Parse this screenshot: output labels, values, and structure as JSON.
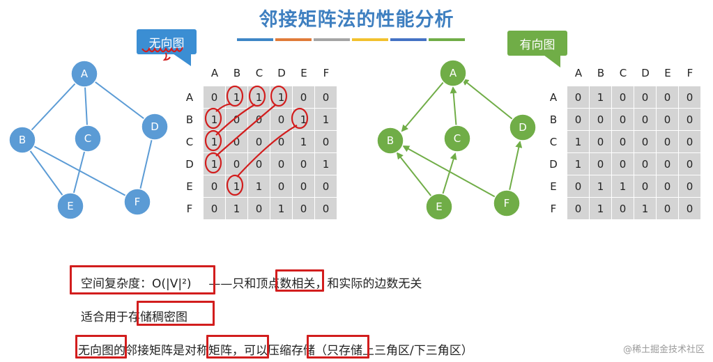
{
  "title": "邻接矩阵法的性能分析",
  "corner_mark": "",
  "color_bars": [
    "#3e86c6",
    "#e07b39",
    "#a5a5a5",
    "#f2c12e",
    "#4472c4",
    "#70ad47"
  ],
  "undirected": {
    "callout": "无向图",
    "callout_color": "#3b8ed3",
    "node_color": "#5b9bd5",
    "nodes": [
      "A",
      "B",
      "C",
      "D",
      "E",
      "F"
    ],
    "column_headers": [
      "A",
      "B",
      "C",
      "D",
      "E",
      "F"
    ],
    "row_headers": [
      "A",
      "B",
      "C",
      "D",
      "E",
      "F"
    ],
    "matrix": [
      [
        "0",
        "1",
        "1",
        "1",
        "0",
        "0"
      ],
      [
        "1",
        "0",
        "0",
        "0",
        "1",
        "1"
      ],
      [
        "1",
        "0",
        "0",
        "0",
        "1",
        "0"
      ],
      [
        "1",
        "0",
        "0",
        "0",
        "0",
        "1"
      ],
      [
        "0",
        "1",
        "1",
        "0",
        "0",
        "0"
      ],
      [
        "0",
        "1",
        "0",
        "1",
        "0",
        "0"
      ]
    ]
  },
  "directed": {
    "callout": "有向图",
    "callout_color": "#70ad47",
    "node_color": "#70ad47",
    "nodes": [
      "A",
      "B",
      "C",
      "D",
      "E",
      "F"
    ],
    "column_headers": [
      "A",
      "B",
      "C",
      "D",
      "E",
      "F"
    ],
    "row_headers": [
      "A",
      "B",
      "C",
      "D",
      "E",
      "F"
    ],
    "matrix": [
      [
        "0",
        "1",
        "0",
        "0",
        "0",
        "0"
      ],
      [
        "0",
        "0",
        "0",
        "0",
        "0",
        "0"
      ],
      [
        "1",
        "0",
        "0",
        "0",
        "0",
        "0"
      ],
      [
        "1",
        "0",
        "0",
        "0",
        "0",
        "0"
      ],
      [
        "0",
        "1",
        "1",
        "0",
        "0",
        "0"
      ],
      [
        "0",
        "1",
        "0",
        "1",
        "0",
        "0"
      ]
    ]
  },
  "notes": {
    "line1_box": "空间复杂度：O(|V|²)",
    "line1_dash": "——只和",
    "line1_box2": "顶点数",
    "line1_rest": "相关，和实际的边数无关",
    "line2_prefix": "适合用于",
    "line2_box": "存储稠密图",
    "line3_box1": "无向图",
    "line3_mid": "的邻接矩阵是",
    "line3_box2": "对称矩阵",
    "line3_mid2": "，可以",
    "line3_box3": "压缩存储",
    "line3_rest": "（只存储上三角区/下三角区）"
  },
  "watermark": "@稀土掘金技术社区",
  "accent_red": "#d21d1d"
}
